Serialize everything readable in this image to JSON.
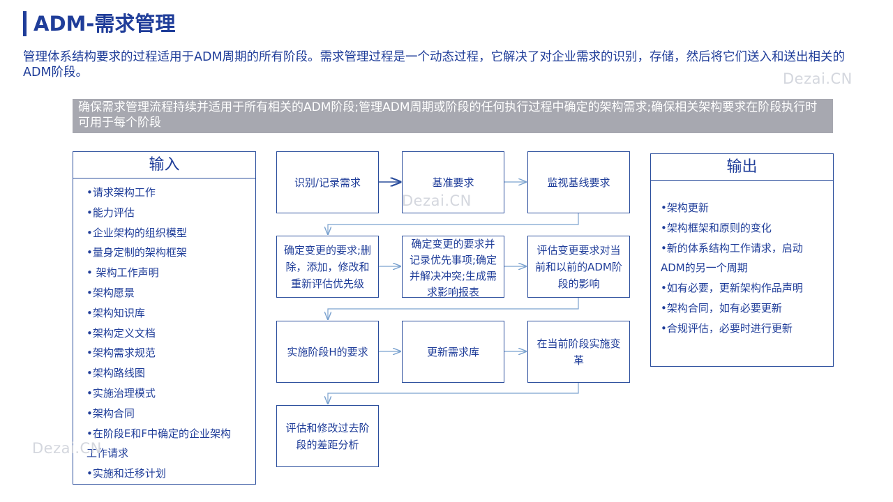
{
  "header": {
    "title": "ADM-需求管理",
    "intro": "管理体系结构要求的过程适用于ADM周期的所有阶段。需求管理过程是一个动态过程，它解决了对企业需求的识别，存储，然后将它们送入和送出相关的ADM阶段。"
  },
  "banner": {
    "text": "确保需求管理流程持续并适用于所有相关的ADM阶段;管理ADM周期或阶段的任何执行过程中确定的架构需求;确保相关架构要求在阶段执行时可用于每个阶段"
  },
  "inputs": {
    "heading": "输入",
    "items": [
      "•请求架构工作",
      "•能力评估",
      "•企业架构的组织模型",
      "•量身定制的架构框架",
      "• 架构工作声明",
      "•架构愿景",
      "•架构知识库",
      "•架构定义文档",
      "•架构需求规范",
      "•架构路线图",
      "•实施治理模式",
      "•架构合同",
      "•在阶段E和F中确定的企业架构",
      "工作请求",
      "•实施和迁移计划"
    ]
  },
  "outputs": {
    "heading": "输出",
    "items": [
      "•架构更新",
      "•架构框架和原则的变化",
      "•新的体系结构工作请求，启动",
      "ADM的另一个周期",
      "•如有必要，更新架构作品声明",
      "•架构合同，如有必要更新",
      "•合规评估，必要时进行更新"
    ]
  },
  "flow": {
    "row1": [
      "识别/记录需求",
      "基准要求",
      "监视基线要求"
    ],
    "row2": [
      "确定变更的要求;删除，添加，修改和重新评估优先级",
      "确定变更的要求并记录优先事项;确定并解决冲突;生成需求影响报表",
      "评估变更要求对当前和以前的ADM阶段的影响"
    ],
    "row3": [
      "实施阶段H的要求",
      "更新需求库",
      "在当前阶段实施变革"
    ],
    "row4": [
      "评估和修改过去阶段的差距分析"
    ]
  },
  "watermark": "Dezai.CN",
  "colors": {
    "primary": "#1f3d99",
    "border": "#2a4d9c",
    "arrow": "#7ba2cf",
    "banner_bg": "#a7a8b0",
    "watermark": "#d4d7de"
  }
}
